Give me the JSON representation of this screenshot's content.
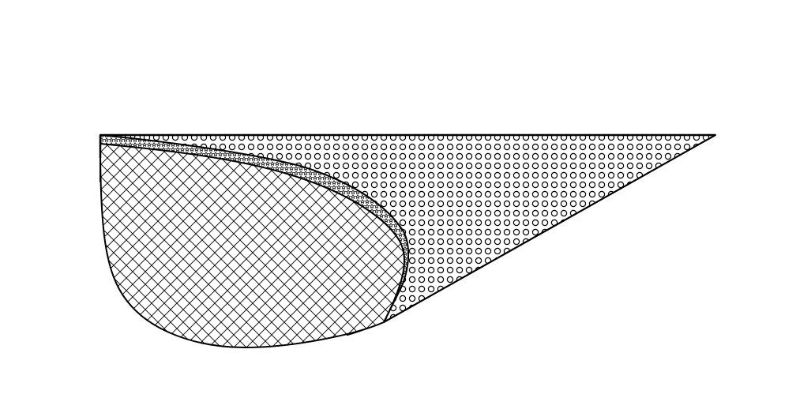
{
  "figure": {
    "background": "#ffffff",
    "stroke_color": "#000000",
    "regions": [
      {
        "id": "outer-triangle",
        "hatch": "circles",
        "fill": "#ffffff"
      },
      {
        "id": "middle-band",
        "hatch": "stars",
        "fill": "#ffffff"
      },
      {
        "id": "inner-lobe",
        "hatch": "crosshatch",
        "fill": "#ffffff"
      }
    ]
  }
}
